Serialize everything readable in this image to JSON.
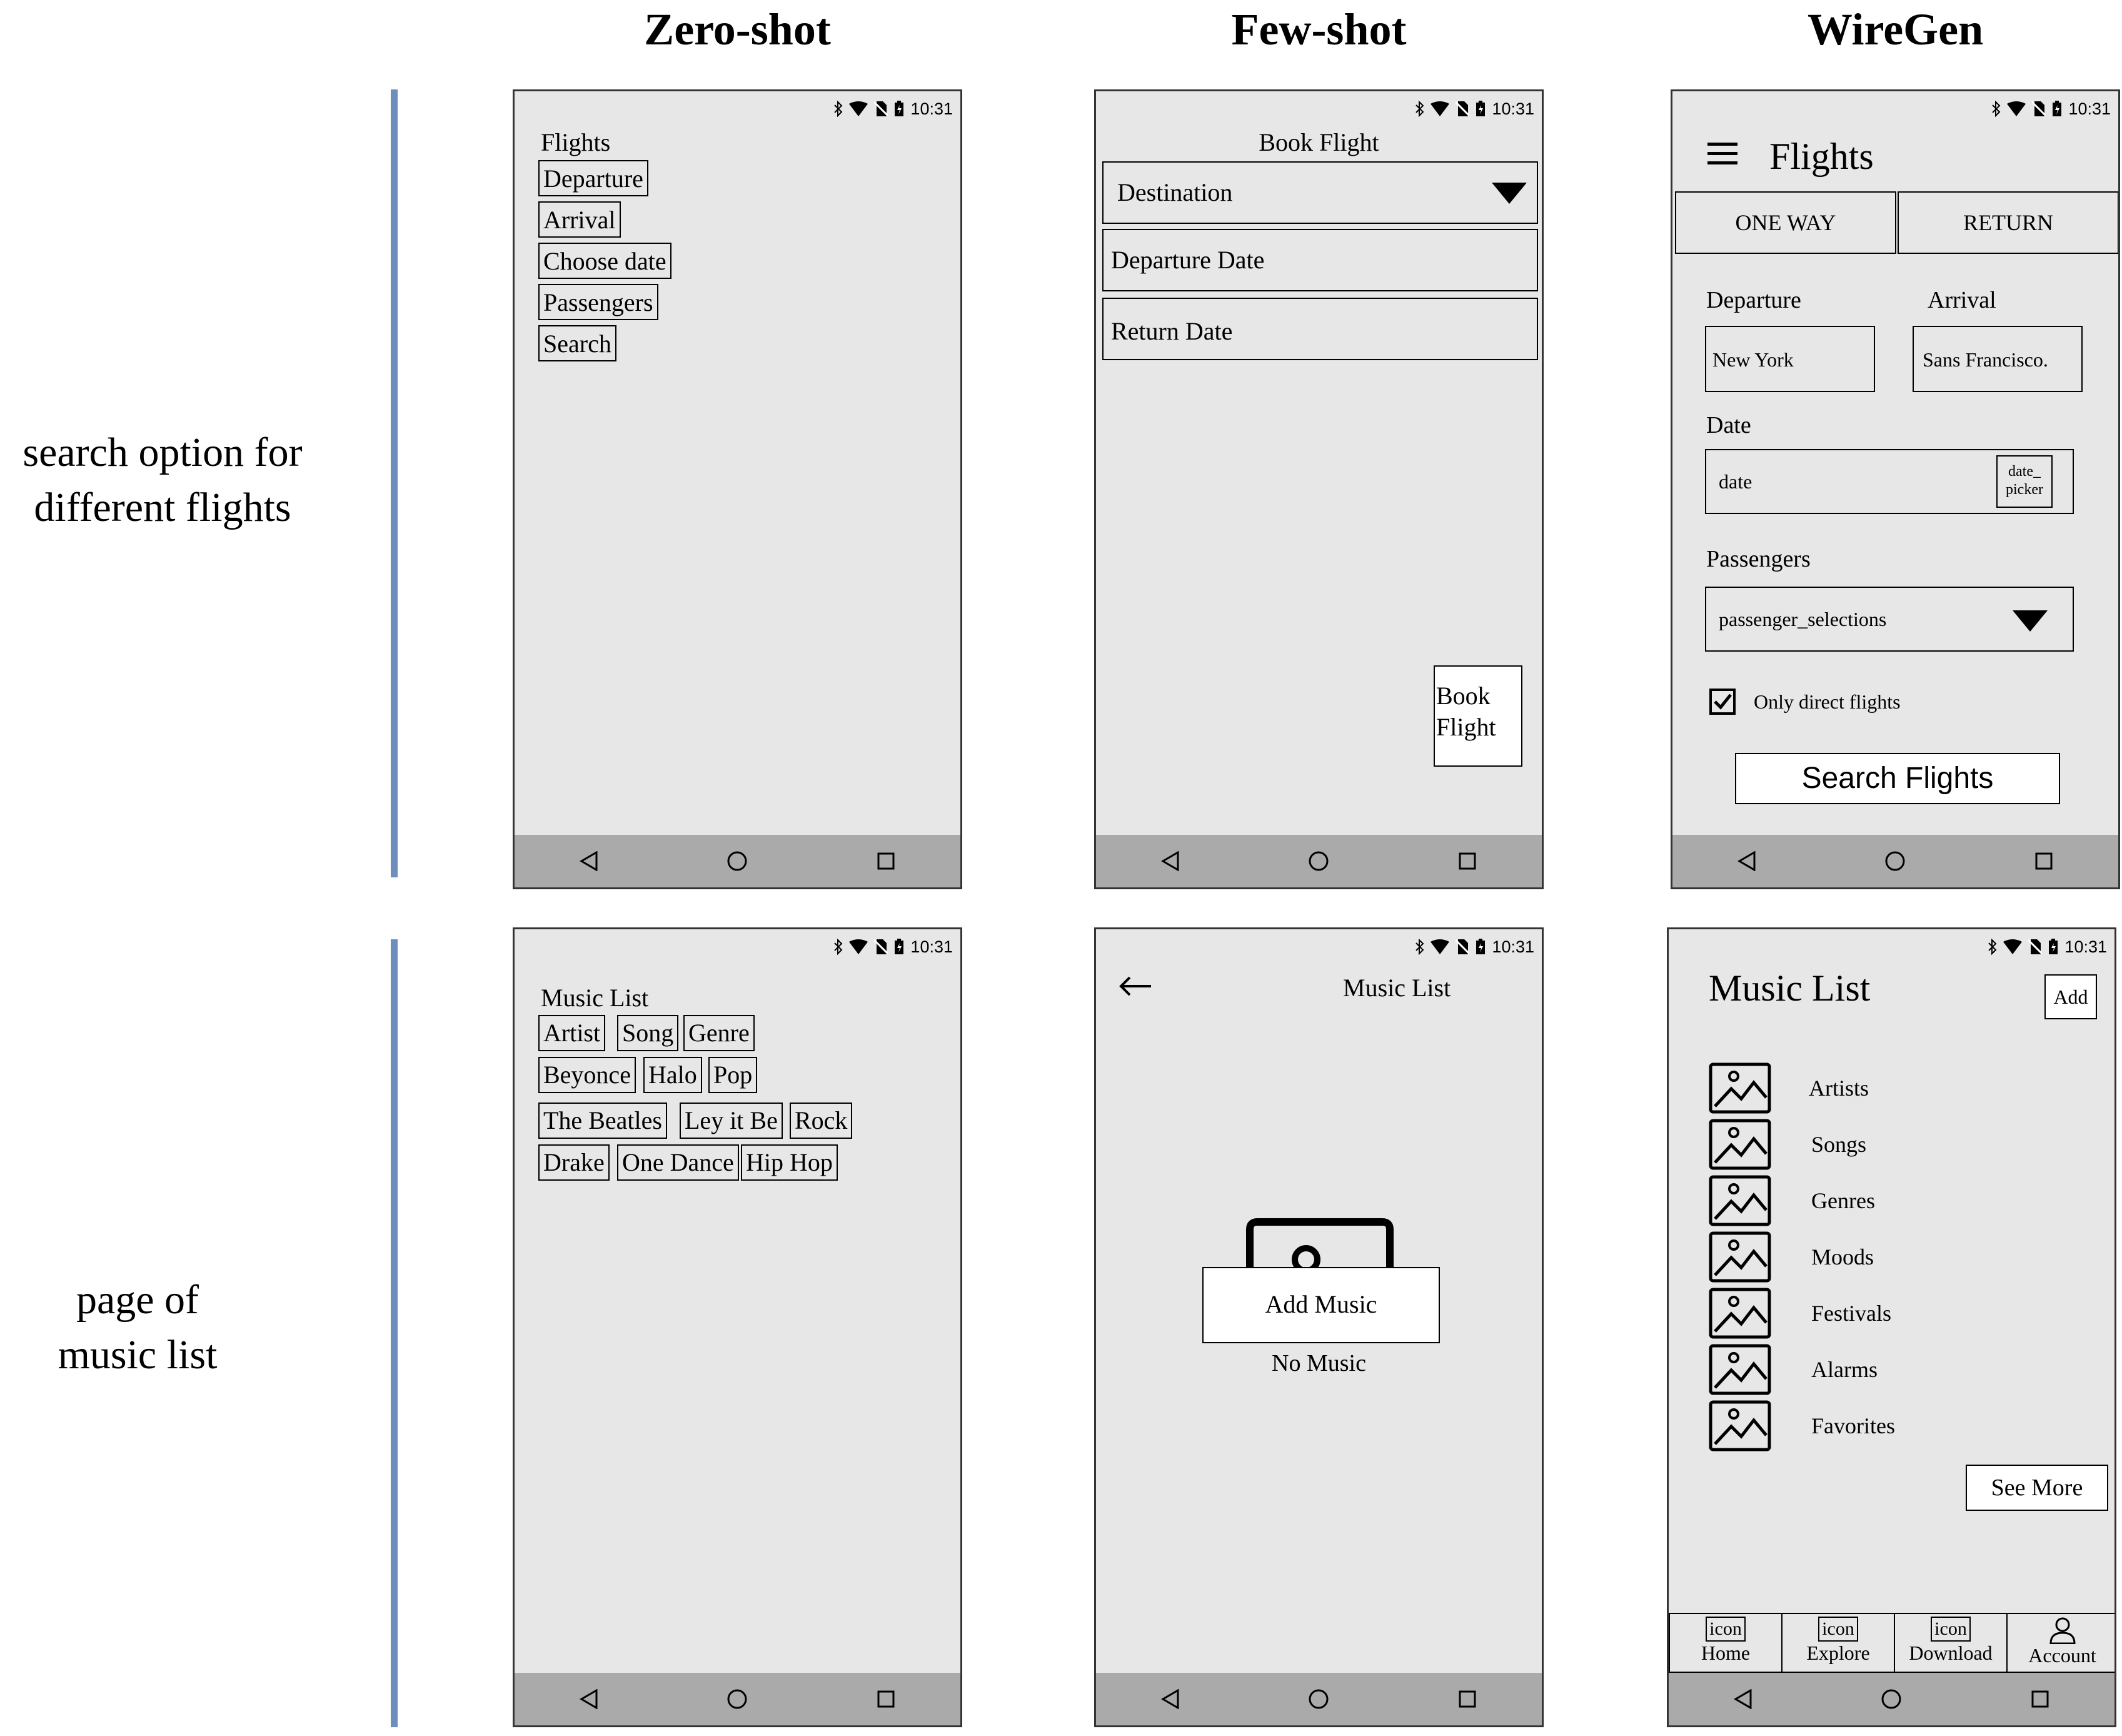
{
  "columns": [
    "Zero-shot",
    "Few-shot",
    "WireGen"
  ],
  "rows": [
    "search option for different flights",
    "page of music list"
  ],
  "row_label_lines": [
    [
      "search option for",
      "different flights"
    ],
    [
      "page of",
      "music list"
    ]
  ],
  "status_time": "10:31",
  "zs_flights": {
    "title": "Flights",
    "items": [
      "Departure",
      "Arrival",
      "Choose date",
      "Passengers",
      "Search"
    ]
  },
  "fs_flights": {
    "title": "Book Flight",
    "destination": "Destination",
    "departure_date": "Departure Date",
    "return_date": "Return Date",
    "book_button_line1": "Book",
    "book_button_line2": "Flight"
  },
  "wg_flights": {
    "title": "Flights",
    "tab_oneway": "ONE WAY",
    "tab_return": "RETURN",
    "departure_label": "Departure",
    "arrival_label": "Arrival",
    "departure_value": "New York",
    "arrival_value": "Sans Francisco.",
    "date_label": "Date",
    "date_value": "date",
    "date_picker_line1": "date_",
    "date_picker_line2": "picker",
    "passengers_label": "Passengers",
    "passengers_value": "passenger_selections",
    "direct_label": "Only direct flights",
    "search_button": "Search Flights"
  },
  "zs_music": {
    "title": "Music List",
    "header": [
      "Artist",
      "Song",
      "Genre"
    ],
    "rows": [
      [
        "Beyonce",
        "Halo",
        "Pop"
      ],
      [
        "The Beatles",
        "Ley it Be",
        "Rock"
      ],
      [
        "Drake",
        "One Dance",
        "Hip Hop"
      ]
    ]
  },
  "fs_music": {
    "title": "Music List",
    "add_button": "Add Music",
    "empty_text": "No Music"
  },
  "wg_music": {
    "title": "Music List",
    "add_button": "Add",
    "items": [
      "Artists",
      "Songs",
      "Genres",
      "Moods",
      "Festivals",
      "Alarms",
      "Favorites"
    ],
    "see_more": "See More",
    "tab_icon_text": "icon",
    "tabs": [
      "Home",
      "Explore",
      "Download",
      "Account"
    ]
  }
}
